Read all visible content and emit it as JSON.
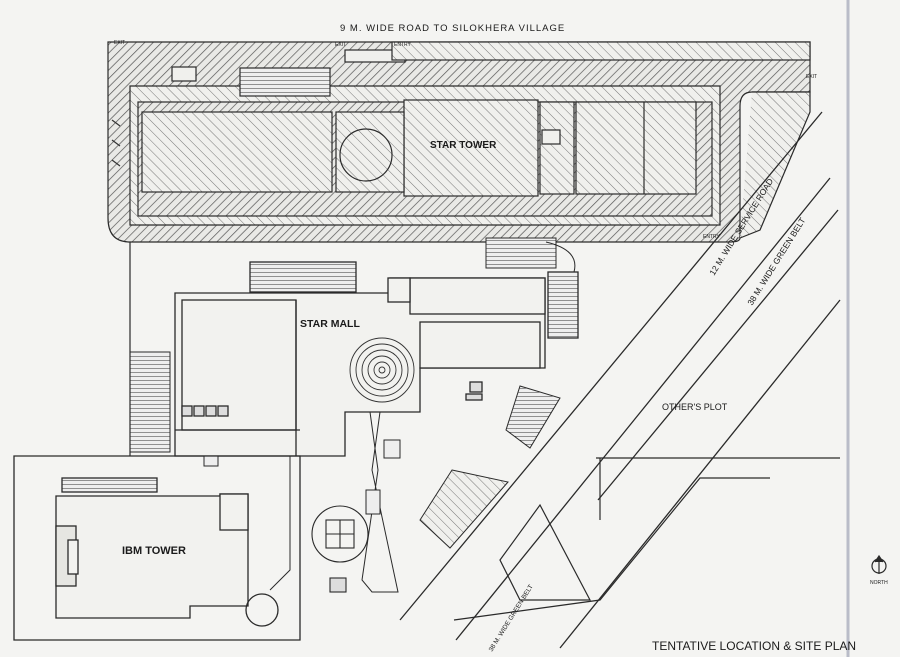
{
  "labels": {
    "road_north": "9 M. WIDE ROAD TO SILOKHERA VILLAGE",
    "star_tower": "STAR TOWER",
    "star_mall": "STAR MALL",
    "ibm_tower": "IBM TOWER",
    "others_plot": "OTHER'S PLOT",
    "service_road": "12 M. WIDE SERVICE ROAD",
    "green_belt_38": "38 M. WIDE GREEN BELT",
    "green_belt_bottom": "38 M. WIDE GREEN BELT",
    "north": "NORTH",
    "exit_1": "EXIT",
    "exit_2": "EXIT",
    "exit_3": "EXIT",
    "entry_1": "ENTRY",
    "entry_2": "ENTRY",
    "plan_title": "TENTATIVE LOCATION & SITE PLAN"
  },
  "colors": {
    "line": "#2a2a2a",
    "paper": "#f4f4f2",
    "hatch": "#4a4a4a"
  }
}
